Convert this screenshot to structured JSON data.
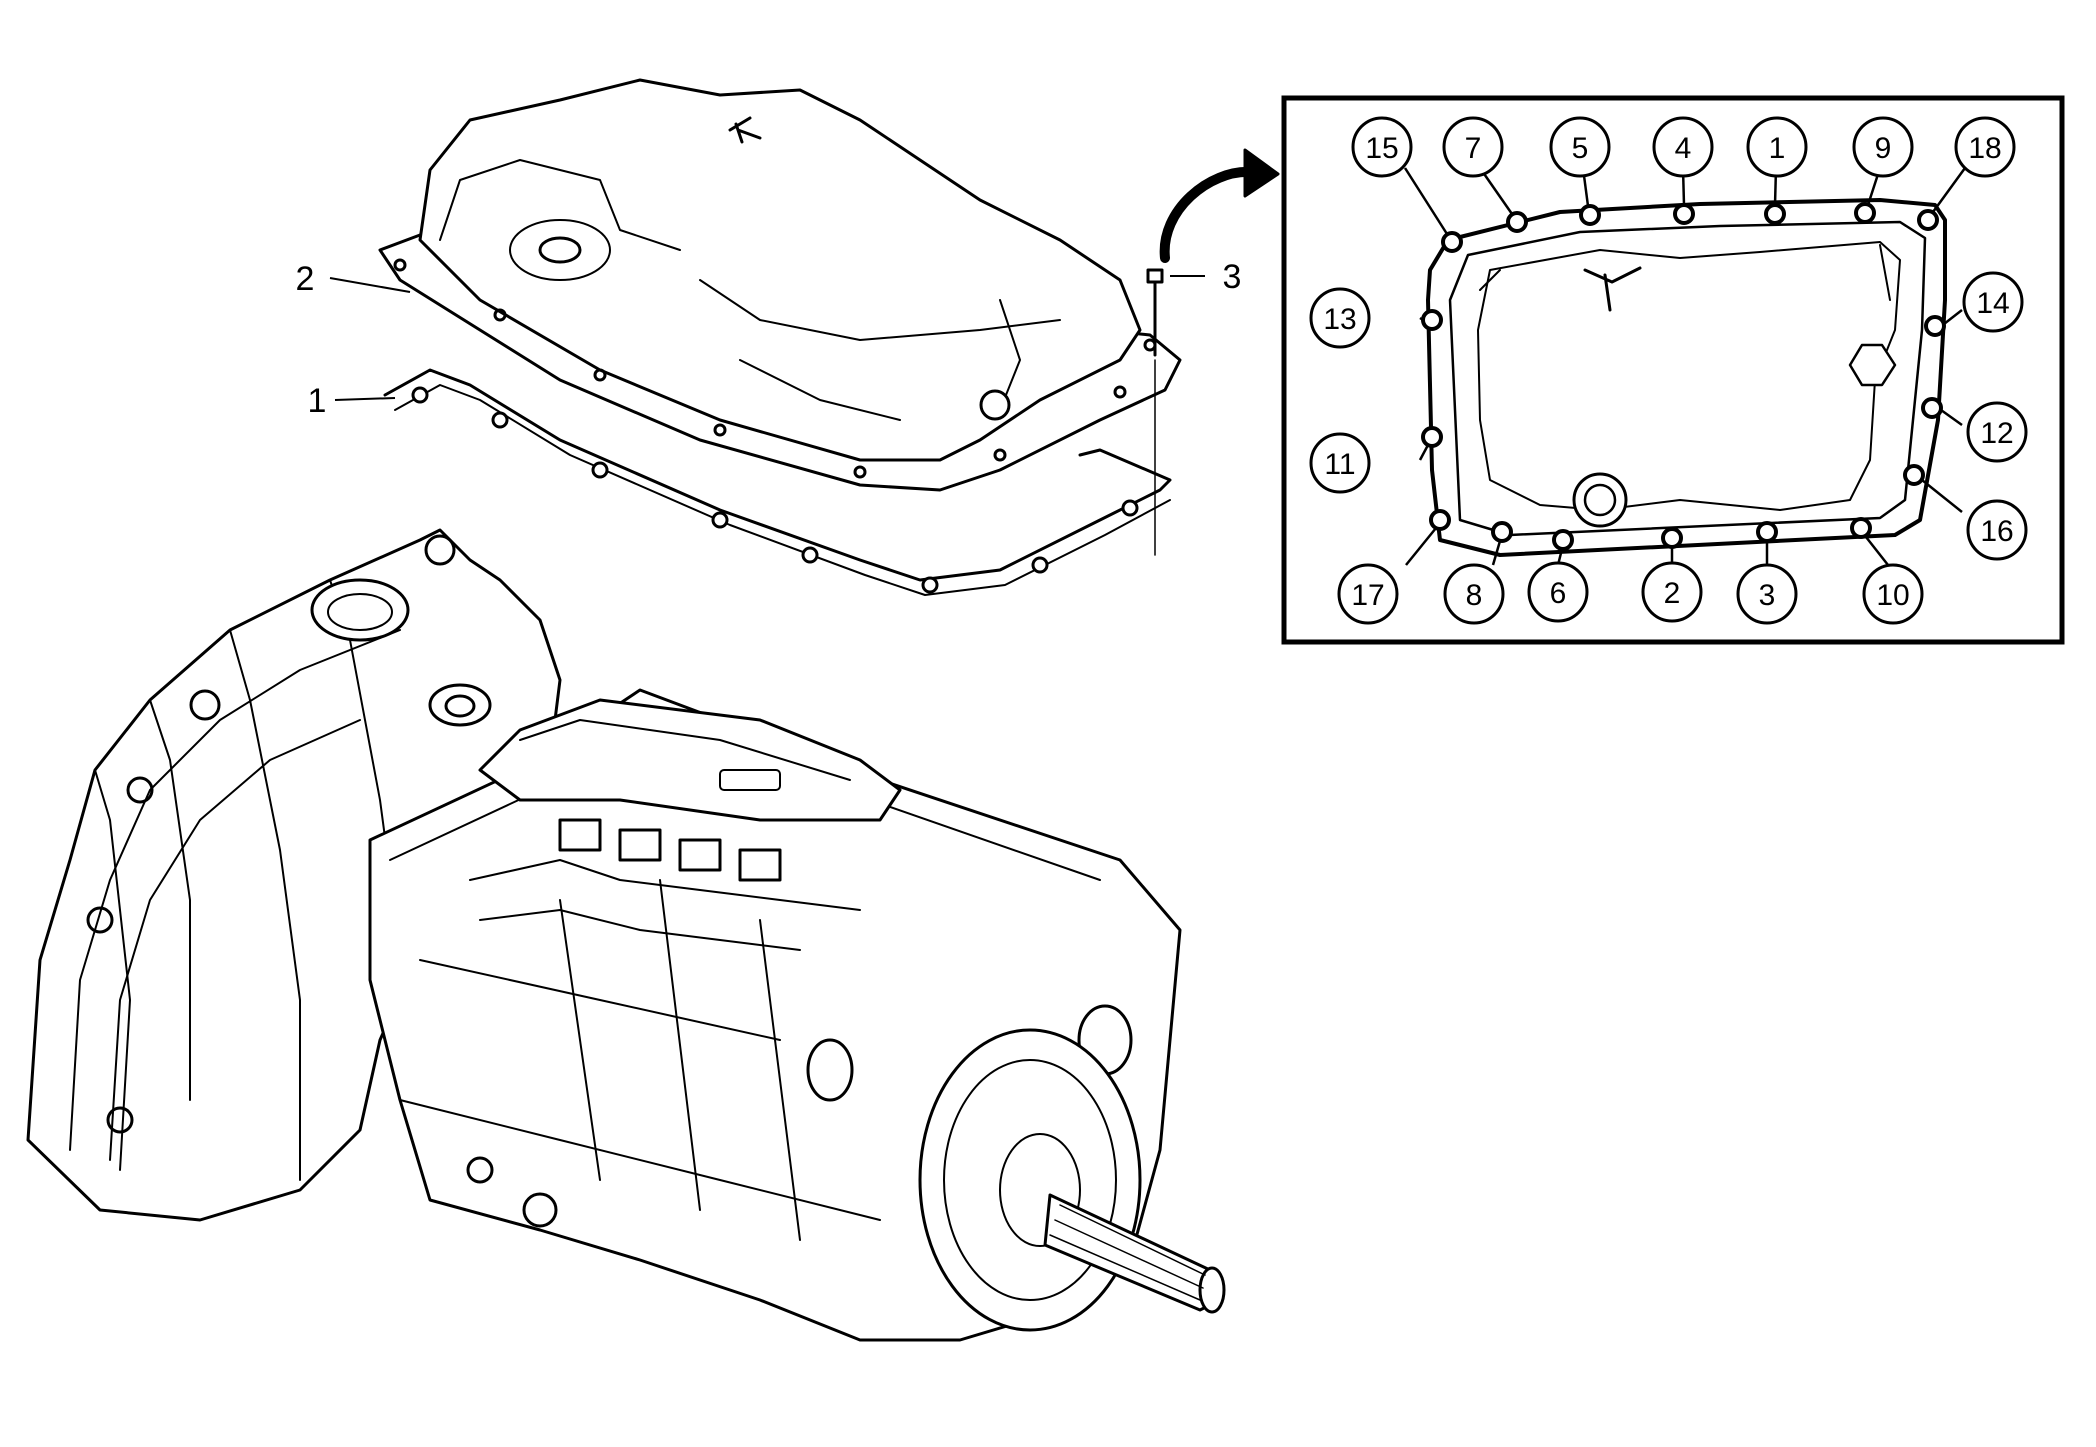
{
  "exploded_view": {
    "callouts": [
      {
        "id": "oil-pan",
        "label": "2"
      },
      {
        "id": "gasket",
        "label": "1"
      },
      {
        "id": "bolt",
        "label": "3"
      }
    ]
  },
  "bolt_sequence_detail": {
    "bolts": [
      {
        "order": "15"
      },
      {
        "order": "7"
      },
      {
        "order": "5"
      },
      {
        "order": "4"
      },
      {
        "order": "1"
      },
      {
        "order": "9"
      },
      {
        "order": "18"
      },
      {
        "order": "13"
      },
      {
        "order": "14"
      },
      {
        "order": "11"
      },
      {
        "order": "12"
      },
      {
        "order": "16"
      },
      {
        "order": "17"
      },
      {
        "order": "8"
      },
      {
        "order": "6"
      },
      {
        "order": "2"
      },
      {
        "order": "3"
      },
      {
        "order": "10"
      }
    ]
  }
}
